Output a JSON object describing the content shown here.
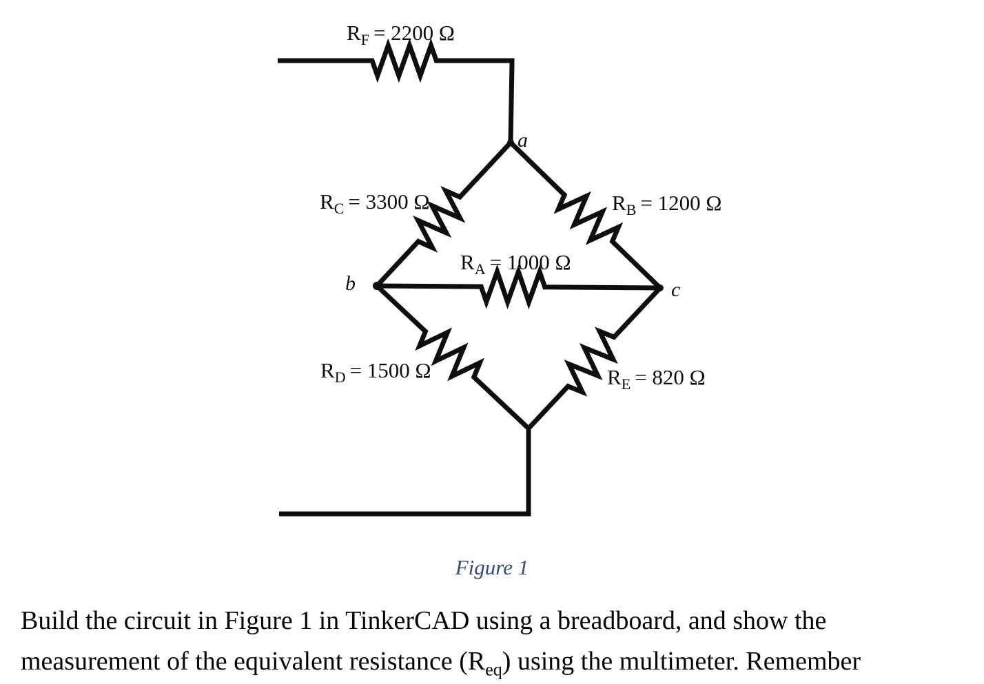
{
  "figure": {
    "caption": "Figure 1",
    "caption_color": "#2f4f76",
    "line_color": "#0e0e0e",
    "nodes": {
      "a": "a",
      "b": "b",
      "c": "c"
    },
    "resistors": {
      "RF": {
        "symbol": "R",
        "sub": "F",
        "eq": "= 2200 Ω"
      },
      "RC": {
        "symbol": "R",
        "sub": "C",
        "eq": "= 3300 Ω"
      },
      "RB": {
        "symbol": "R",
        "sub": "B",
        "eq": "= 1200 Ω"
      },
      "RA": {
        "symbol": "R",
        "sub": "A",
        "eq": "= 1000 Ω"
      },
      "RD": {
        "symbol": "R",
        "sub": "D",
        "eq": "= 1500 Ω"
      },
      "RE": {
        "symbol": "R",
        "sub": "E",
        "eq": "= 820 Ω"
      }
    }
  },
  "body_text": {
    "line1": "Build the circuit in Figure 1 in TinkerCAD using a breadboard, and show the",
    "line2_pre": "measurement of the equivalent resistance (R",
    "line2_sub": "eq",
    "line2_post": ") using the multimeter. Remember"
  }
}
